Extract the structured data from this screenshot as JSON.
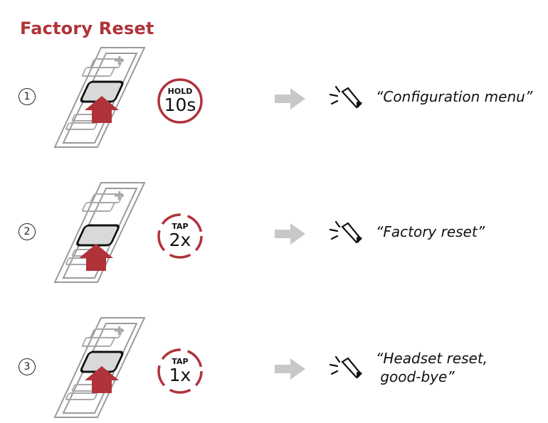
{
  "title": "Factory Reset",
  "colors": {
    "accent": "#b0333a",
    "arrow": "#c8c8c8"
  },
  "steps": [
    {
      "number": "1",
      "badge_top": "HOLD",
      "badge_big": "10s",
      "badge_style": "solid-circle",
      "icons": [
        "device-icon",
        "press-arrow-icon",
        "next-arrow-icon",
        "speaker-icon"
      ],
      "quote_line1": "“Configuration menu”",
      "quote_line2": ""
    },
    {
      "number": "2",
      "badge_top": "TAP",
      "badge_big": "2x",
      "badge_style": "dashed-circle",
      "icons": [
        "device-icon",
        "press-arrow-icon",
        "next-arrow-icon",
        "speaker-icon"
      ],
      "quote_line1": "“Factory reset”",
      "quote_line2": ""
    },
    {
      "number": "3",
      "badge_top": "TAP",
      "badge_big": "1x",
      "badge_style": "dashed-circle",
      "icons": [
        "device-icon",
        "press-arrow-icon",
        "next-arrow-icon",
        "speaker-icon"
      ],
      "quote_line1": "“Headset reset,",
      "quote_line2": " good-bye”"
    }
  ]
}
